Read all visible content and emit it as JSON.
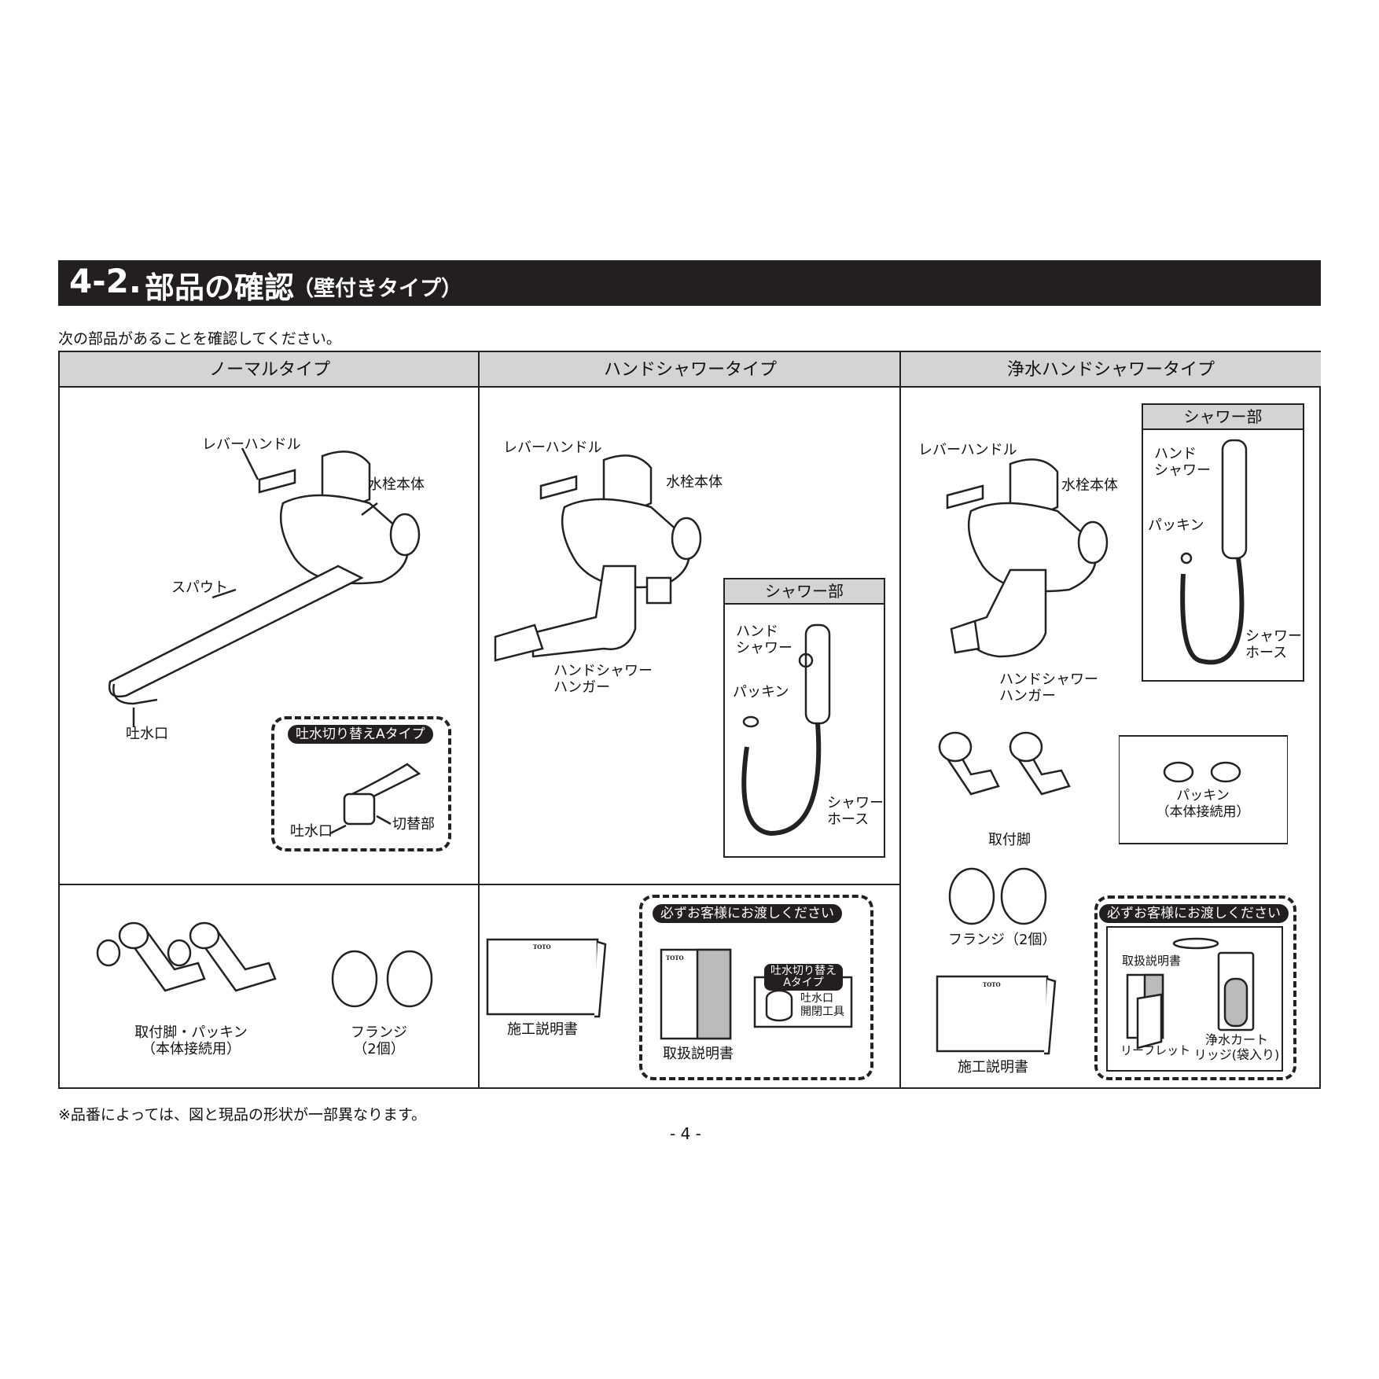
{
  "header": {
    "number": "4-2.",
    "title": "部品の確認",
    "subtitle": "（壁付きタイプ）"
  },
  "intro": "次の部品があることを確認してください。",
  "columns": [
    "ノーマルタイプ",
    "ハンドシャワータイプ",
    "浄水ハンドシャワータイプ"
  ],
  "normal": {
    "lever": "レバーハンドル",
    "body": "水栓本体",
    "spout": "スパウト",
    "outlet": "吐水口",
    "atype_badge": "吐水切り替えAタイプ",
    "atype_outlet": "吐水口",
    "atype_switch": "切替部"
  },
  "shower": {
    "lever": "レバーハンドル",
    "body": "水栓本体",
    "hanger": "ハンドシャワー\nハンガー",
    "section": "シャワー部",
    "hand_shower": "ハンド\nシャワー",
    "packing": "パッキン",
    "hose": "シャワー\nホース"
  },
  "purifier": {
    "lever": "レバーハンドル",
    "body": "水栓本体",
    "hanger": "ハンドシャワー\nハンガー",
    "section": "シャワー部",
    "hand_shower": "ハンド\nシャワー",
    "packing": "パッキン",
    "hose": "シャワー\nホース",
    "legs": "取付脚",
    "packing_body": "パッキン\n（本体接続用）",
    "flange": "フランジ（2個）",
    "install_manual": "施工説明書",
    "handover_badge": "必ずお客様にお渡しください",
    "user_manual": "取扱説明書",
    "leaflet": "リーフレット",
    "cartridge": "浄水カート\nリッジ(袋入り)",
    "brand": "TOTO"
  },
  "common": {
    "legs_packing": "取付脚・パッキン\n（本体接続用）",
    "flange": "フランジ\n（2個）",
    "install_manual": "施工説明書",
    "handover_badge": "必ずお客様にお渡しください",
    "user_manual": "取扱説明書",
    "tool_badge": "吐水切り替え\nAタイプ",
    "tool": "吐水口\n開閉工具",
    "brand": "TOTO"
  },
  "footnote": "※品番によっては、図と現品の形状が一部異なります。",
  "page_number": "- 4 -"
}
